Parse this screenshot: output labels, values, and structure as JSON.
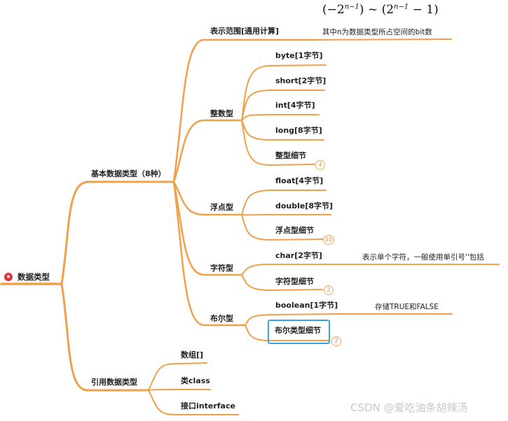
{
  "root": {
    "label": "数据类型"
  },
  "formula": {
    "open": "(−2",
    "exp1": "n−1",
    "mid": ") ~ (2",
    "exp2": "n−1",
    "close": " − 1)"
  },
  "basic": {
    "label": "基本数据类型（8种）",
    "range": {
      "label": "表示范围[通用计算]",
      "note": "其中n为数据类型所占空间的bit数"
    },
    "integer": {
      "label": "整数型",
      "items": [
        "byte[1字节]",
        "short[2字节]",
        "int[4字节]",
        "long[8字节]",
        "整型细节"
      ],
      "detail_count": "4"
    },
    "float": {
      "label": "浮点型",
      "items": [
        "float[4字节]",
        "double[8字节]",
        "浮点型细节"
      ],
      "detail_count": "10"
    },
    "char": {
      "label": "字符型",
      "items": [
        "char[2字节]",
        "字符型细节"
      ],
      "note": "表示单个字符，一般使用单引号''包括",
      "detail_count": "2"
    },
    "boolean": {
      "label": "布尔型",
      "items": [
        "boolean[1字节]",
        "布尔类型细节"
      ],
      "note": "存储TRUE和FALSE",
      "detail_count": "2"
    }
  },
  "reference": {
    "label": "引用数据类型",
    "items": [
      "数组[]",
      "类class",
      "接口interface"
    ]
  },
  "watermark": "CSDN @爱吃油条胡辣汤",
  "colors": {
    "branch": "#f0a04b",
    "selection": "#3aa3dc",
    "root_icon": "#e0303c"
  }
}
